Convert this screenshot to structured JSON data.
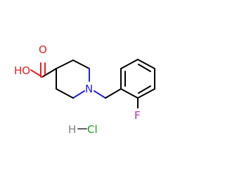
{
  "molecule": {
    "labels": {
      "hydroxyl": "HO",
      "carbonyl_oxygen": "O",
      "nitrogen": "N",
      "fluorine": "F",
      "hcl_h": "H",
      "hcl_cl": "Cl"
    },
    "colors": {
      "carbon_bond": "#000000",
      "oxygen": "#e8201f",
      "nitrogen": "#2020e0",
      "fluorine": "#b030b0",
      "chlorine": "#1e9e1e",
      "hydrogen": "#808080"
    }
  }
}
